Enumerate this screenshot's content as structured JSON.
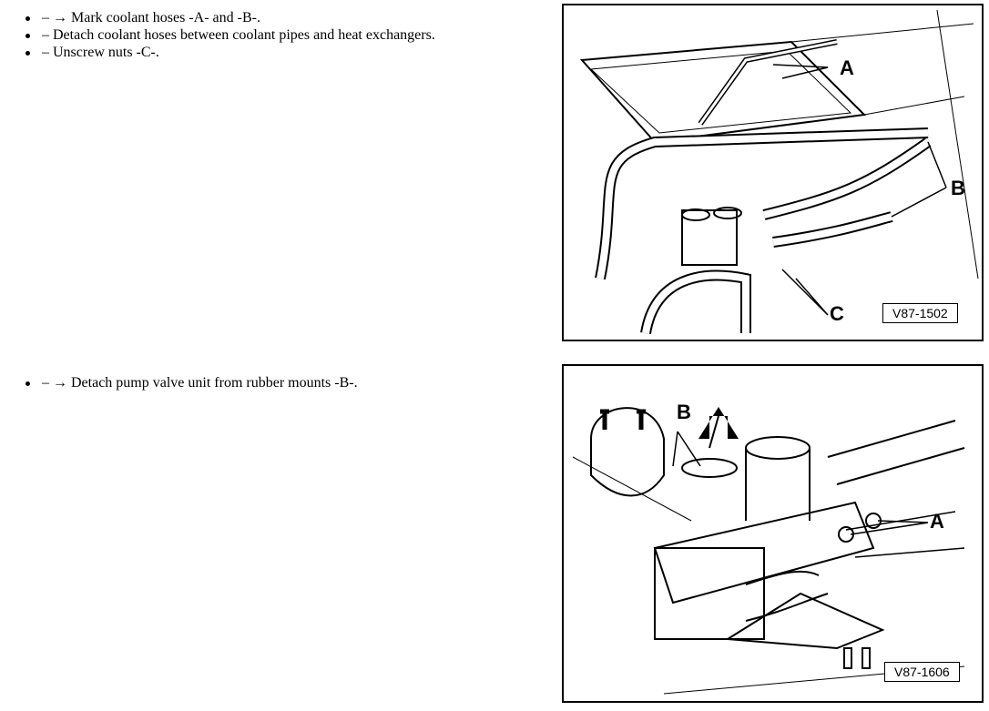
{
  "steps_1": [
    "– → Mark coolant hoses -A- and -B-.",
    "– Detach coolant hoses between coolant pipes and heat exchangers.",
    "– Unscrew nuts -C-."
  ],
  "steps_2": [
    "– → Detach pump valve unit from rubber mounts -B-."
  ],
  "figure_1": {
    "id": "V87-1502",
    "labels": [
      "A",
      "B",
      "C"
    ]
  },
  "figure_2": {
    "id": "V87-1606",
    "labels": [
      "B",
      "A"
    ]
  }
}
